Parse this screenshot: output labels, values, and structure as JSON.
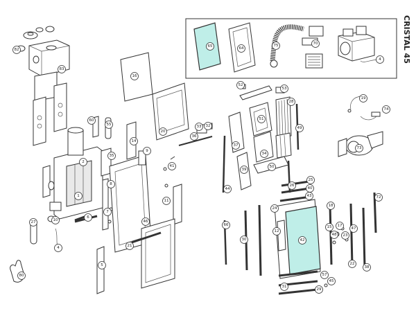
{
  "title": "CRISTAL 45",
  "colors": {
    "glass": "#bfeee8",
    "line": "#333333",
    "background": "#ffffff"
  },
  "inset_callouts": [
    "65",
    "64",
    "75",
    "70",
    "4"
  ],
  "main_callouts": [
    "80",
    "82",
    "83",
    "20",
    "16",
    "2",
    "60",
    "55",
    "41",
    "11",
    "1",
    "14",
    "35",
    "21",
    "5",
    "6",
    "4",
    "27",
    "10",
    "9",
    "8",
    "7",
    "46",
    "32",
    "33",
    "36",
    "52",
    "53",
    "37",
    "39",
    "51",
    "28",
    "34",
    "49",
    "50",
    "44",
    "26",
    "25",
    "40",
    "43",
    "24",
    "42",
    "12",
    "19",
    "74",
    "73",
    "72",
    "18",
    "15",
    "47",
    "17",
    "48",
    "23",
    "22",
    "38",
    "30",
    "66",
    "31",
    "29",
    "57",
    "45"
  ]
}
